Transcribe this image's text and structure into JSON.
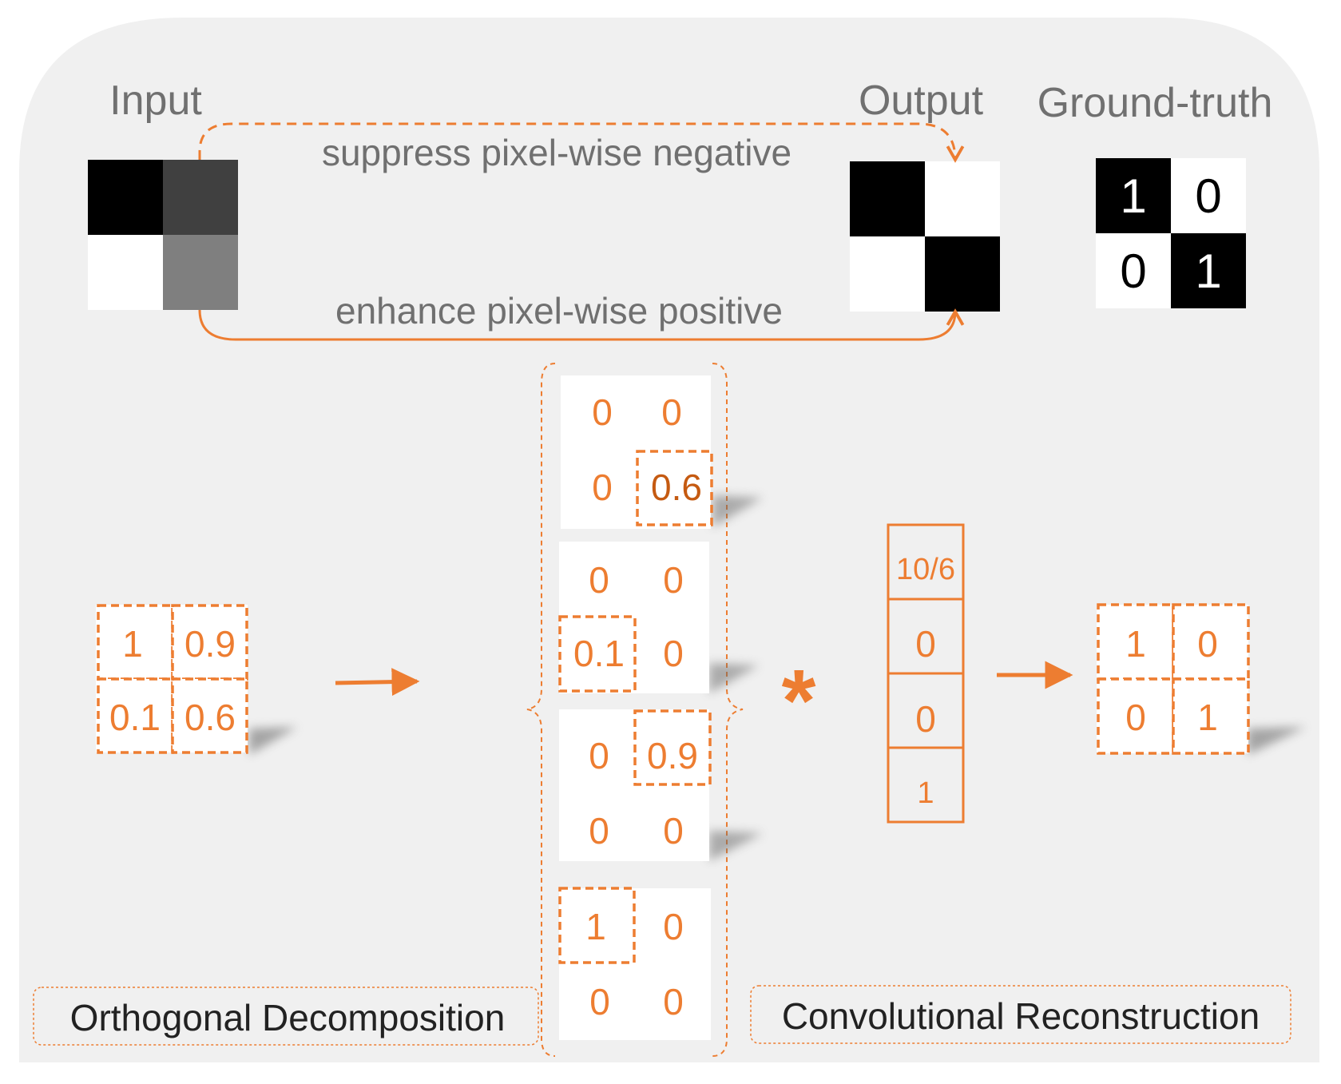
{
  "colors": {
    "panel": "#f0f0f0",
    "accent": "#ed7d31",
    "accent_dark": "#c55a11",
    "black": "#000000",
    "white": "#ffffff",
    "gray_dark": "#404040",
    "gray_mid": "#7f7f7f",
    "label_gray": "#707070",
    "label_dark": "#222222"
  },
  "top": {
    "input_label": "Input",
    "output_label": "Output",
    "ground_truth_label": "Ground-truth",
    "suppress_text": "suppress pixel-wise negative",
    "enhance_text": "enhance pixel-wise positive",
    "input_pixels": [
      "#000000",
      "#404040",
      "#ffffff",
      "#7f7f7f"
    ],
    "output_pixels": [
      "#000000",
      "#ffffff",
      "#ffffff",
      "#000000"
    ],
    "ground_truth": [
      "1",
      "0",
      "0",
      "1"
    ]
  },
  "decomposition": {
    "input_values": [
      "1",
      "0.9",
      "0.1",
      "0.6"
    ],
    "components": [
      {
        "values": [
          "0",
          "0",
          "0",
          "0.6"
        ]
      },
      {
        "values": [
          "0",
          "0",
          "0.1",
          "0"
        ]
      },
      {
        "values": [
          "0",
          "0.9",
          "0",
          "0"
        ]
      },
      {
        "values": [
          "1",
          "0",
          "0",
          "0"
        ]
      }
    ],
    "operator": "*",
    "kernel": [
      "10/6",
      "0",
      "0",
      "1"
    ],
    "result": [
      "1",
      "0",
      "0",
      "1"
    ]
  },
  "captions": {
    "left": "Orthogonal Decomposition",
    "right": "Convolutional Reconstruction"
  }
}
